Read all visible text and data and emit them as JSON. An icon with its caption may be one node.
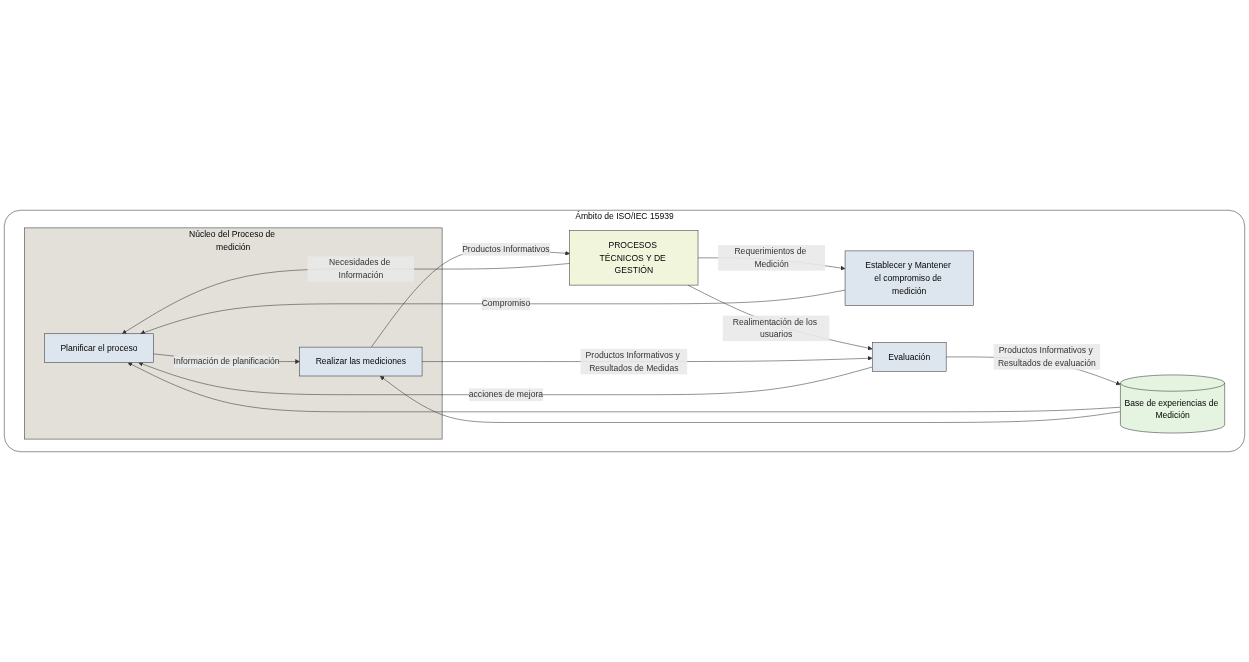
{
  "diagram": {
    "nodes": [
      {
        "text": [
          "Ámbito de ISO/IEC 15939"
        ]
      },
      {
        "text": [
          "PROCESOS TÉCNICOS Y DE GESTIÓN"
        ],
        "in": 0
      },
      {
        "text": [
          "Establecer y Mantener el compromiso de medición"
        ],
        "in": 0
      },
      {
        "text": [
          "Núcleo del Proceso de medición"
        ],
        "in": 0
      },
      {
        "text": [
          "Planificar el proceso"
        ],
        "in": 3
      },
      {
        "text": [
          "Realizar las mediciones"
        ],
        "in": 3
      },
      {
        "text": [
          "Evaluación"
        ],
        "in": 0
      },
      {
        "text": [
          "Base de experiencias de Medición"
        ],
        "in": 0
      }
    ],
    "edges": [
      {
        "from": 1,
        "to": 2,
        "arrow": "to",
        "label": "Requerimientos de Medición"
      },
      {
        "from": 1,
        "to": 4,
        "arrow": "to",
        "label": "Necesidades de Información"
      },
      {
        "from": 5,
        "to": 1,
        "arrow": "to",
        "label": "Productos Informativos"
      },
      {
        "from": 1,
        "to": 6,
        "arrow": "to",
        "label": "Realimentación de los usuarios"
      },
      {
        "from": 2,
        "to": 4,
        "arrow": "to",
        "label": "Compromiso"
      },
      {
        "from": 4,
        "to": 5,
        "arrow": "to",
        "label": "Información de planificación"
      },
      {
        "from": 5,
        "to": 6,
        "arrow": "to",
        "label": "Productos Informativos y Resultados de Medidas"
      },
      {
        "from": 7,
        "to": 4,
        "arrow": "to"
      },
      {
        "from": 7,
        "to": 5,
        "arrow": "to"
      },
      {
        "from": 6,
        "to": 7,
        "arrow": "to",
        "label": "Productos Informativos y Resultados de evaluación"
      },
      {
        "from": 6,
        "to": 4,
        "arrow": "to",
        "label": "acciones de mejora"
      }
    ]
  }
}
